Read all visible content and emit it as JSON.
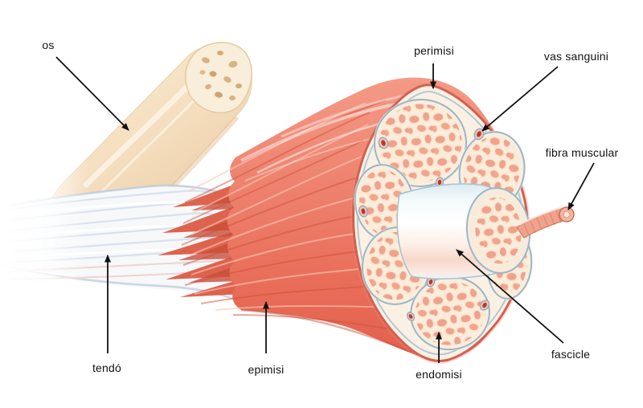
{
  "figure": {
    "labels": [
      {
        "id": "os",
        "text": "os"
      },
      {
        "id": "tendo",
        "text": "tendó"
      },
      {
        "id": "epimisi",
        "text": "epimisi"
      },
      {
        "id": "perimisi",
        "text": "perimisi"
      },
      {
        "id": "vas-sanguini",
        "text": "vas sanguini"
      },
      {
        "id": "fibra-muscular",
        "text": "fibra muscular"
      },
      {
        "id": "fascicle",
        "text": "fascicle"
      },
      {
        "id": "endomisi",
        "text": "endomisi"
      }
    ],
    "palette": {
      "background": "#ffffff",
      "muscle_salmon": "#ee8470",
      "muscle_dark_striation": "#d0523c",
      "muscle_light_striation": "#fac9b8",
      "bone_beige": "#f6e2c6",
      "bone_shadow": "#e9c79d",
      "bone_spongy_spot": "#d8b284",
      "tendon_white": "#f6f8fa",
      "tendon_streak_blue": "#d2dee9",
      "tendon_streak_pink": "#f0cdc3",
      "cross_section_cream": "#faf1e4",
      "perimysium_blue": "#9cb6c9",
      "fiber_pink": "#f0a18c",
      "fiber_outline_cream": "#fbe6cf",
      "vessel_red": "#b43a2e",
      "rim_red": "#d4604f",
      "arrow_black": "#111111"
    }
  }
}
